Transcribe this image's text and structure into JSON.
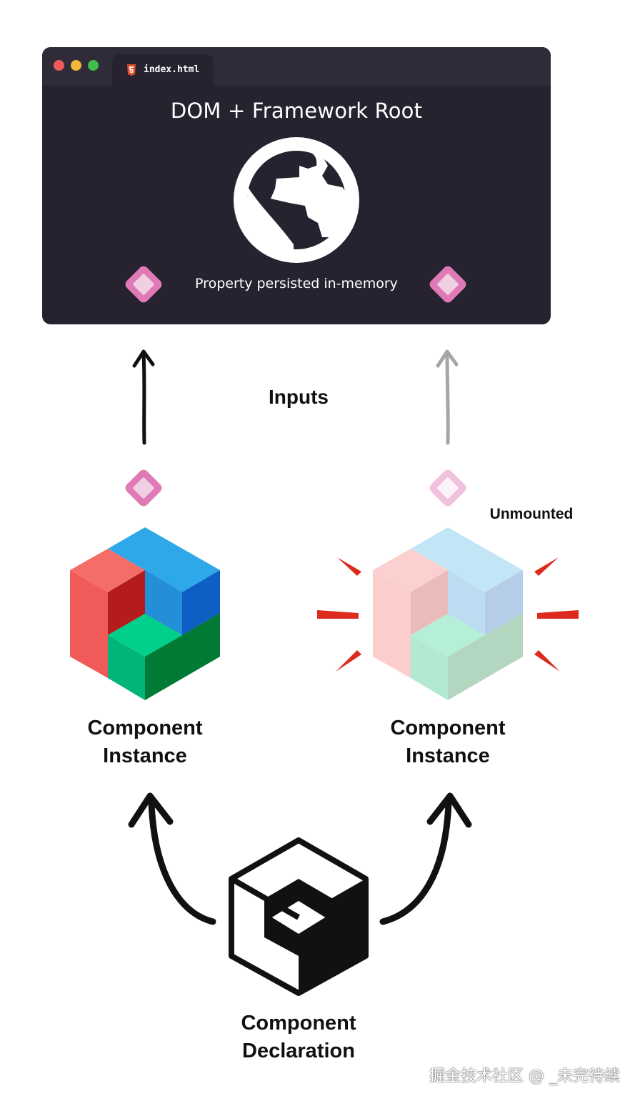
{
  "browser": {
    "tab_label": "index.html",
    "title": "DOM + Framework Root",
    "persisted_label": "Property persisted in-memory"
  },
  "labels": {
    "inputs": "Inputs",
    "unmounted": "Unmounted",
    "instance_left_line1": "Component",
    "instance_left_line2": "Instance",
    "instance_right_line1": "Component",
    "instance_right_line2": "Instance",
    "declaration_line1": "Component",
    "declaration_line2": "Declaration"
  },
  "watermark": "掘金技术社区 @ _未完待续",
  "colors": {
    "browser_bg": "#26222f",
    "property_diamond": "#e07ab6",
    "cube_red": "#f05a58",
    "cube_blue": "#2ea8e8",
    "cube_green": "#00c88a",
    "burst_red": "#dd2a1e"
  },
  "icons": [
    "html5-icon",
    "globe-icon",
    "property-diamond-icon",
    "cube-icon",
    "declaration-cube-icon"
  ]
}
